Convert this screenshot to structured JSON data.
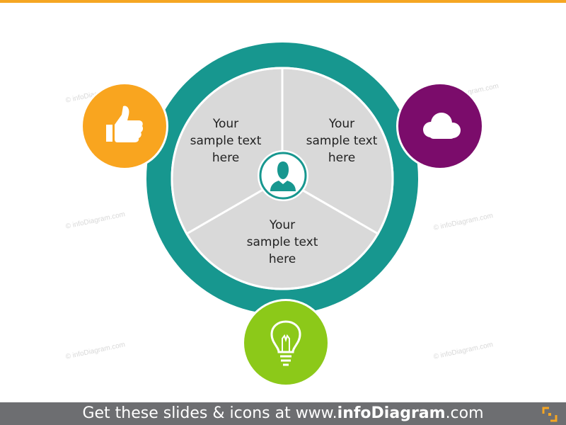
{
  "colors": {
    "accent_top": "#f5a623",
    "ring": "#17978f",
    "segment_fill": "#d9d9d9",
    "orange": "#f9a51f",
    "purple": "#7b0c6b",
    "green": "#8cc919",
    "footer_bg": "#6d6e71"
  },
  "watermark": "© infoDiagram.com",
  "segments": [
    {
      "text_line1": "Your",
      "text_line2": "sample text",
      "text_line3": "here"
    },
    {
      "text_line1": "Your",
      "text_line2": "sample text",
      "text_line3": "here"
    },
    {
      "text_line1": "Your",
      "text_line2": "sample text",
      "text_line3": "here"
    }
  ],
  "icons": {
    "center": "user-icon",
    "top_left": "thumbs-up-icon",
    "top_right": "cloud-icon",
    "bottom": "light-bulb-icon"
  },
  "footer": {
    "prefix": "Get these slides & icons at www.",
    "brand": "infoDiagram",
    "suffix": ".com"
  }
}
